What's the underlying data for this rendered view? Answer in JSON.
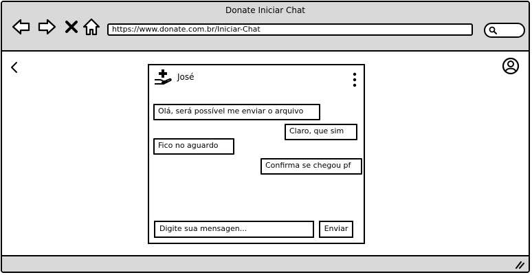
{
  "window": {
    "title": "Donate Iniciar Chat"
  },
  "toolbar": {
    "back_icon": "arrow-left-icon",
    "forward_icon": "arrow-right-icon",
    "stop_icon": "close-icon",
    "home_icon": "home-icon",
    "url": "https://www.donate.com.br/Iniciar-Chat",
    "search_icon": "search-icon"
  },
  "page": {
    "back_icon": "chevron-left-icon",
    "profile_icon": "user-circle-icon"
  },
  "chat": {
    "contact_name": "José",
    "contact_icon": "donation-hand-icon",
    "menu_icon": "more-vertical-icon",
    "messages": [
      {
        "text": "Olá, será possível me enviar o arquivo",
        "side": "left"
      },
      {
        "text": "Claro, que sim",
        "side": "right"
      },
      {
        "text": "Fico no aguardo",
        "side": "left"
      },
      {
        "text": "Confirma se chegou pf",
        "side": "right"
      }
    ],
    "input_placeholder": "Digite sua mensagen...",
    "send_label": "Enviar"
  },
  "colors": {
    "chrome": "#d9d9d9",
    "border": "#000000",
    "background": "#ffffff"
  }
}
